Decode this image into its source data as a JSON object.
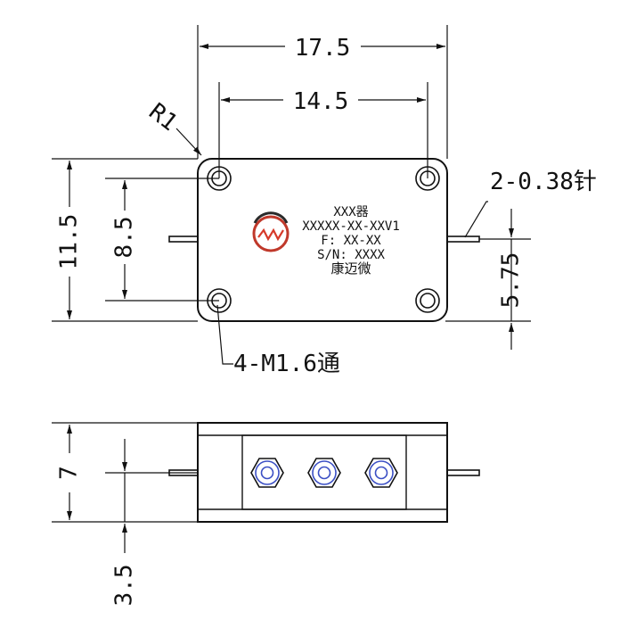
{
  "dimensions": {
    "overall_width": "17.5",
    "hole_spacing_x": "14.5",
    "corner_radius": "R1",
    "overall_height": "11.5",
    "hole_spacing_y": "8.5",
    "pin_height": "5.75",
    "pins": "2-0.38针",
    "holes": "4-M1.6通",
    "side_height": "7",
    "side_pin_height": "3.5"
  },
  "label": {
    "line1": "XXX器",
    "line2": "XXXXX-XX-XXV1",
    "line3": "F: XX-XX",
    "line4": "S/N: XXXX",
    "line5": "康迈微"
  },
  "logo": {
    "ring_color": "#c0392b",
    "arc_color": "#2a2a2a",
    "wave_color": "#d63a2a"
  },
  "connector_color": "#3b4fc4"
}
